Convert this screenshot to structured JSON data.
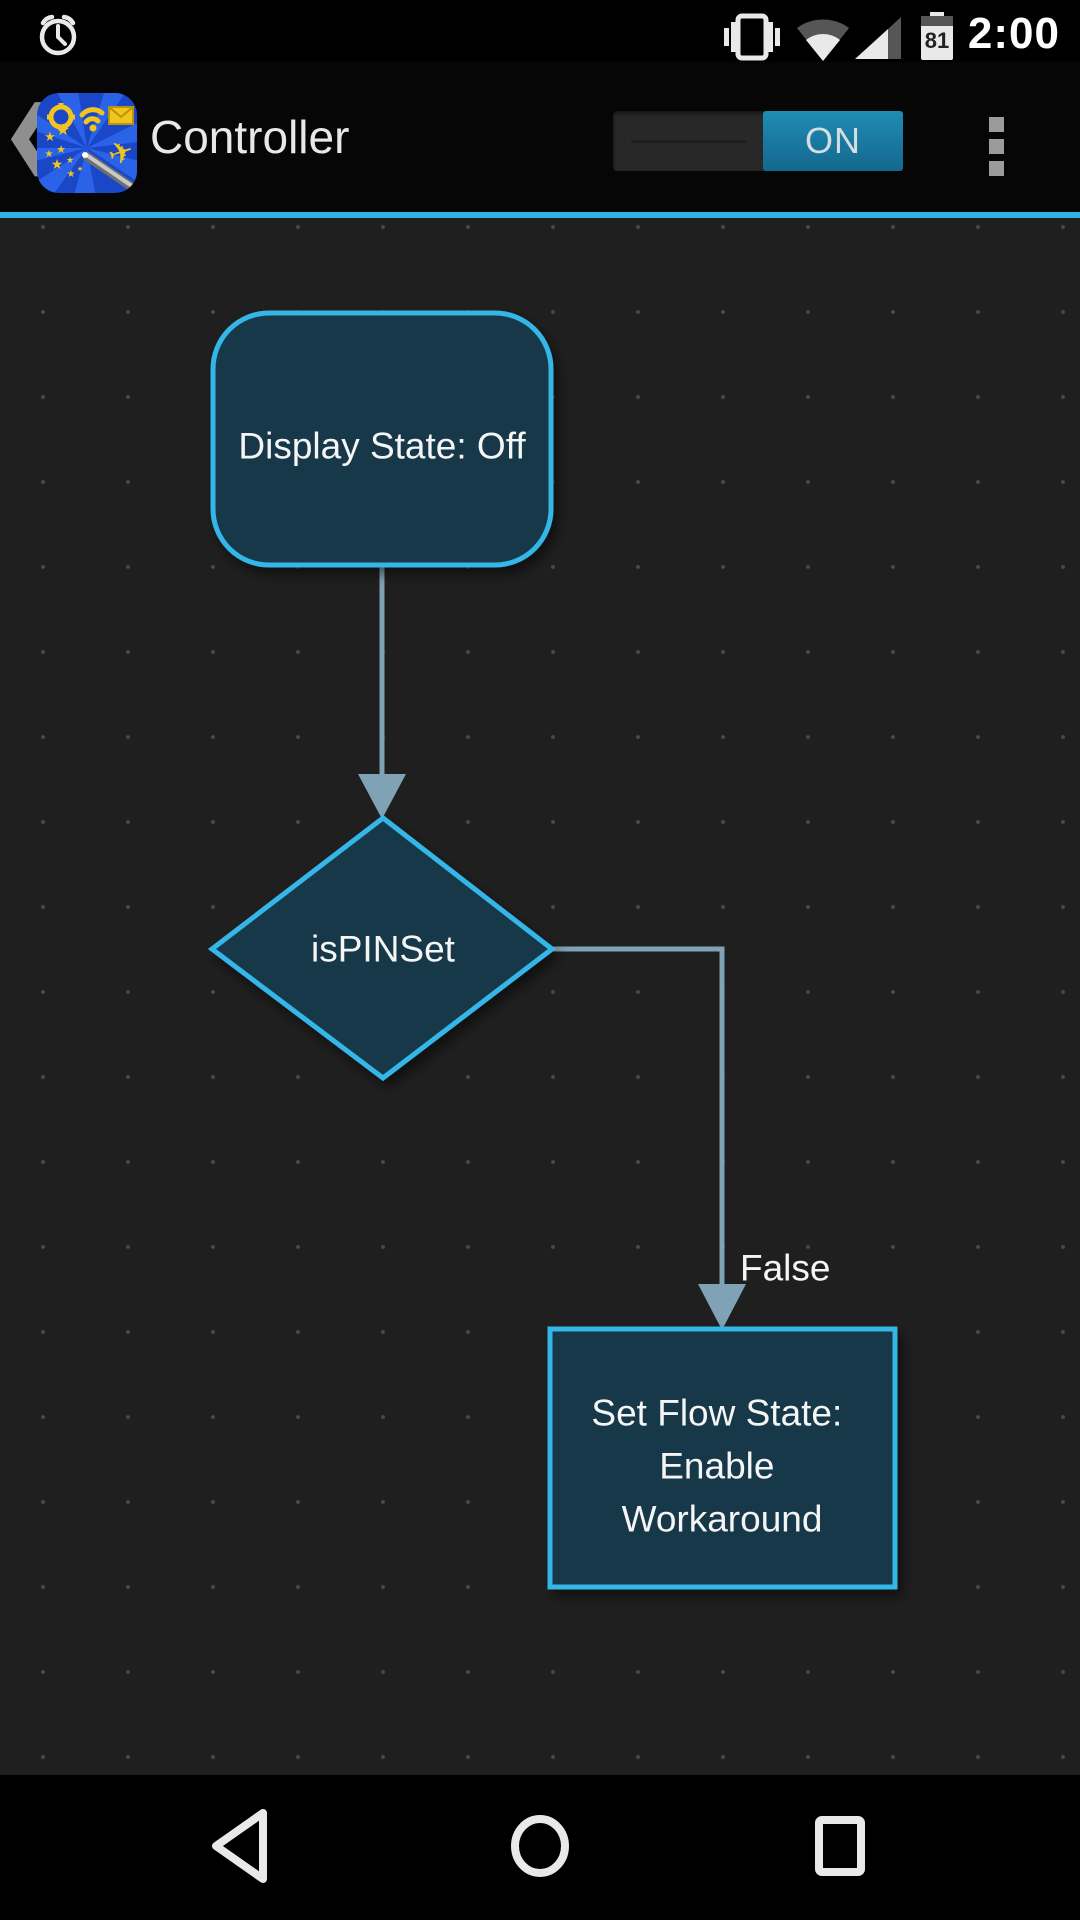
{
  "status_bar": {
    "time": "2:00",
    "battery_level": "81",
    "icons": [
      "alarm-icon",
      "vibrate-icon",
      "wifi-icon",
      "signal-icon",
      "battery-icon"
    ]
  },
  "app_bar": {
    "title": "Controller",
    "back_caret": "❮",
    "toggle_state_label": "ON",
    "menu_icon": "overflow-menu-icon"
  },
  "flow": {
    "node1_label": "Display State: Off",
    "decision_label": "isPINSet",
    "branch_label": "False",
    "node2_lines": [
      "Set Flow State:",
      "Enable",
      "Workaround"
    ]
  },
  "colors": {
    "accent": "#2fb2e2",
    "node_fill": "#16394a",
    "node_stroke": "#35b6e8",
    "connector": "#7fa2b4",
    "canvas_bg": "#1f1f1f"
  },
  "nav_bar": {
    "icons": [
      "back-icon",
      "home-icon",
      "recents-icon"
    ]
  }
}
